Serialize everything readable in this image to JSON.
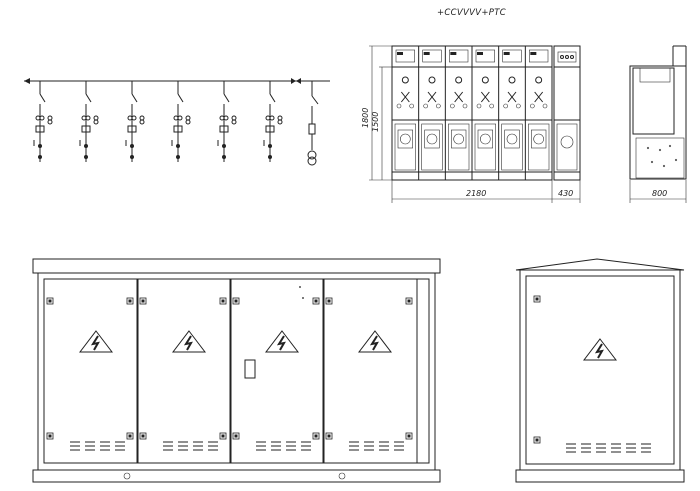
{
  "title": "+CCVVVV+PTC",
  "dimensions": {
    "height_total": "1800",
    "height_inner": "1500",
    "width_main": "2180",
    "width_extra": "430",
    "depth": "800"
  },
  "schematic": {
    "feeder_count": 6,
    "has_transformer_feeder": true
  },
  "front_view": {
    "panel_count": 6,
    "metering_panel": true
  },
  "enclosure_front": {
    "door_count": 4,
    "warning_symbol": "high-voltage-warning-icon"
  },
  "enclosure_side": {
    "door_count": 1,
    "warning_symbol": "high-voltage-warning-icon"
  }
}
